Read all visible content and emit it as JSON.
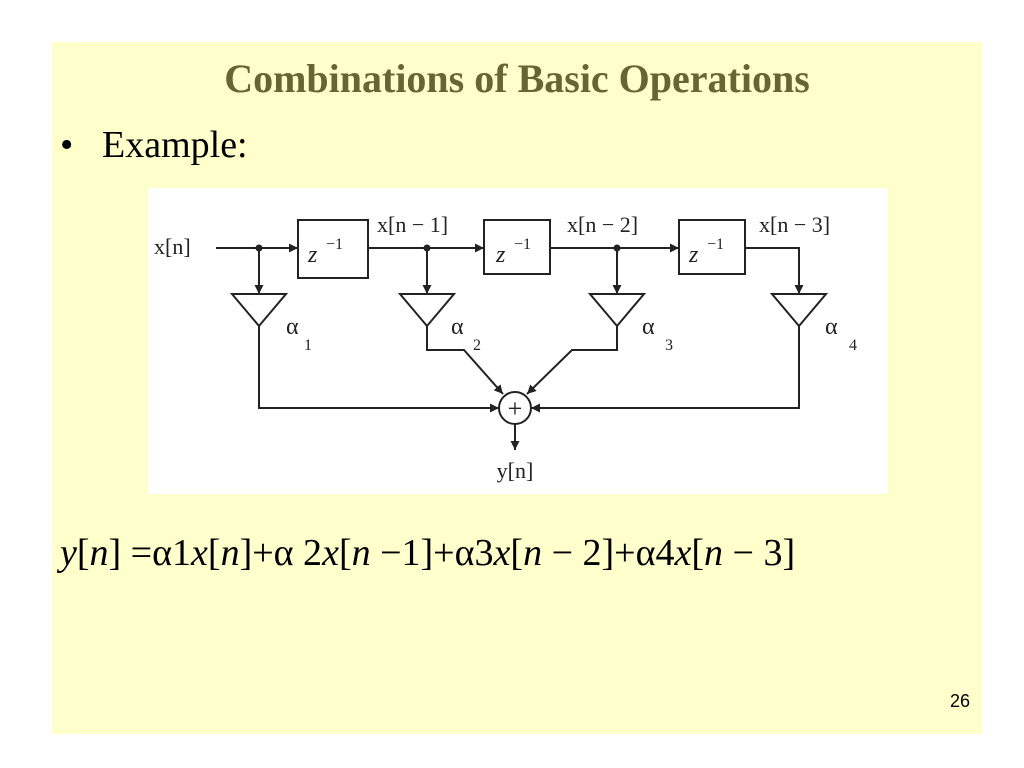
{
  "slide": {
    "title": "Combinations of Basic Operations",
    "bullet": "Example:",
    "page_number": "26"
  },
  "diagram": {
    "input_label": "x[n]",
    "output_label": "y[n]",
    "delay_label": "z",
    "delay_exponent": "−1",
    "tap_labels": [
      "x[n − 1]",
      "x[n − 2]",
      "x[n − 3]"
    ],
    "gains": [
      {
        "symbol": "α",
        "subscript": "1"
      },
      {
        "symbol": "α",
        "subscript": "2"
      },
      {
        "symbol": "α",
        "subscript": "3"
      },
      {
        "symbol": "α",
        "subscript": "4"
      }
    ],
    "adder_symbol": "+"
  },
  "equation": {
    "y": "y",
    "n1": "n",
    "p1": "] =α1",
    "x1": "x",
    "n2": "n",
    "p2": "]+α 2",
    "x2": "x",
    "n3": "n",
    "p3": " −1]+α3",
    "x3": "x",
    "n4": "n",
    "p4": " − 2]+α4",
    "x4": "x",
    "n5": "n",
    "p5": " − 3]"
  }
}
